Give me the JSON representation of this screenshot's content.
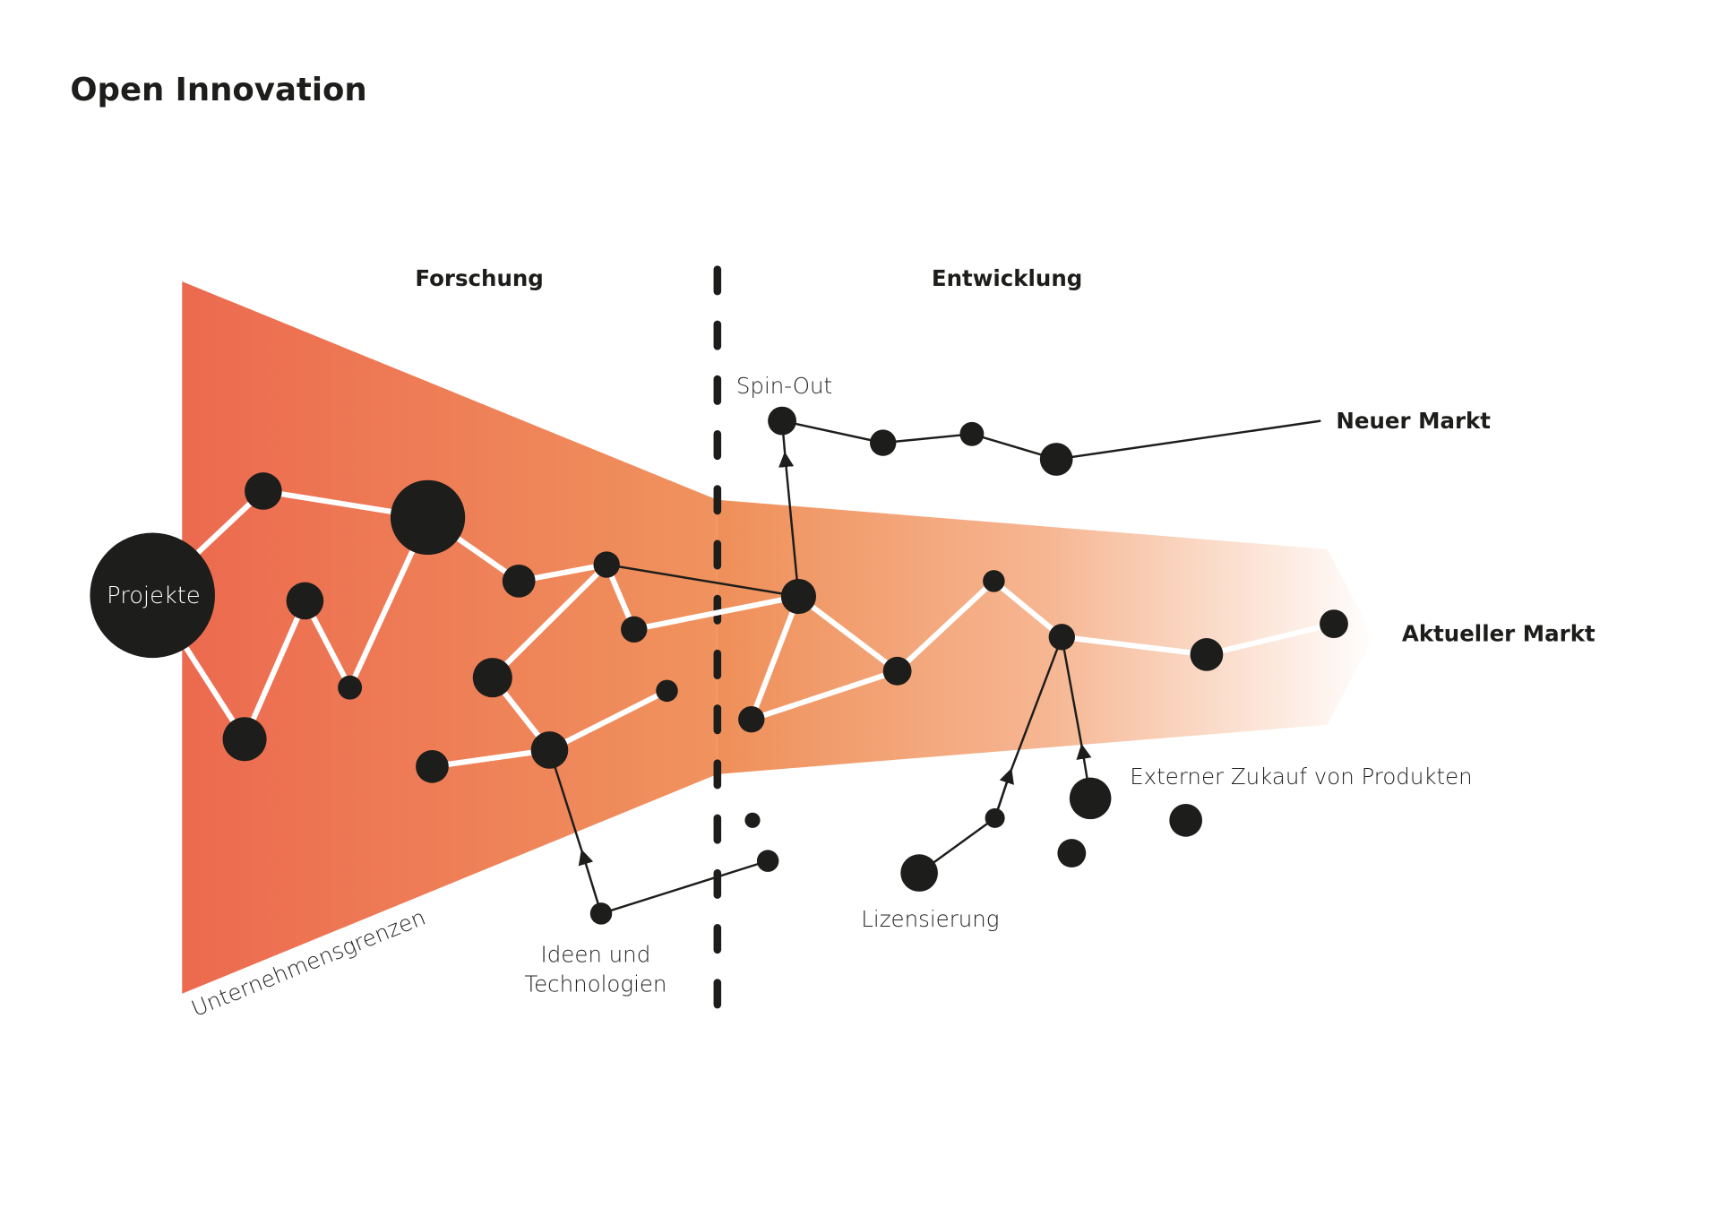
{
  "title": "Open Innovation",
  "phases": {
    "research": "Forschung",
    "development": "Entwicklung"
  },
  "center_node": "Projekte",
  "labels": {
    "spin_out": "Spin-Out",
    "new_market": "Neuer Markt",
    "current_market": "Aktueller Markt",
    "external_purchase": "Externer Zukauf von Produkten",
    "licensing": "Lizensierung",
    "ideas_line1": "Ideen und",
    "ideas_line2": "Technologien",
    "company_boundaries": "Unternehmensgrenzen"
  },
  "colors": {
    "funnel_start": "#ec6a4f",
    "funnel_mid": "#f0935e",
    "node": "#1d1d1b"
  }
}
